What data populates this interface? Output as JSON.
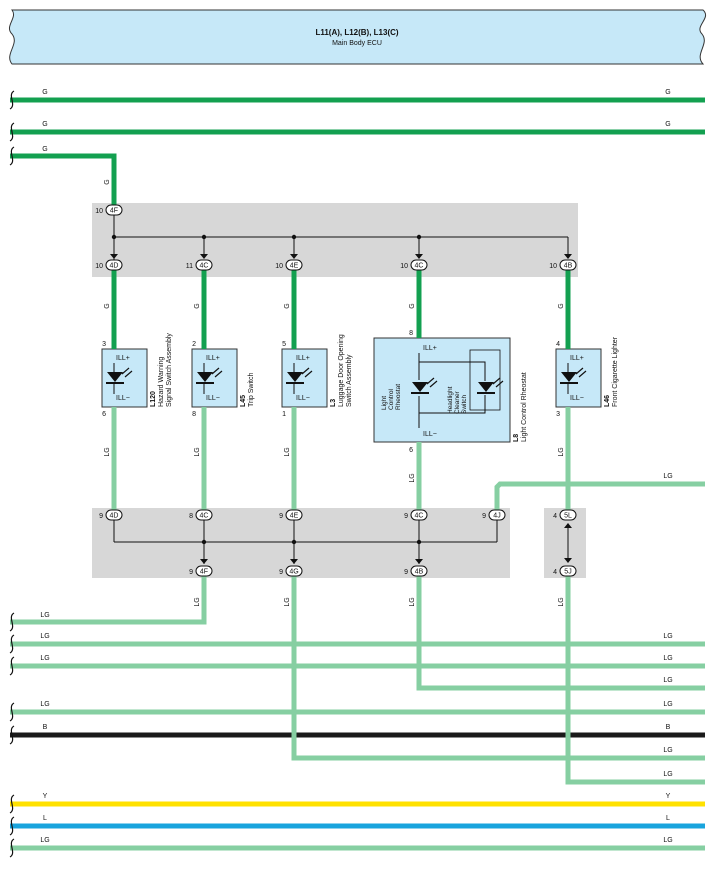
{
  "ecu": {
    "codes": "L11(A), L12(B), L13(C)",
    "name": "Main Body ECU"
  },
  "colors": {
    "G": "#13a050",
    "LG": "#86cfa2",
    "B": "#1a1a1a",
    "Y": "#ffe100",
    "L": "#19a4dd",
    "jbox": "#d7d7d7",
    "panel": "#c6e8f8",
    "ecu_fill": "#c6e8f8"
  },
  "wire_labels": {
    "G": "G",
    "LG": "LG",
    "B": "B",
    "Y": "Y",
    "L": "L"
  },
  "upper_jb": {
    "input": {
      "pin": "10",
      "conn": "4F"
    },
    "outputs": [
      {
        "pin": "10",
        "conn": "4D"
      },
      {
        "pin": "11",
        "conn": "4C"
      },
      {
        "pin": "10",
        "conn": "4E"
      },
      {
        "pin": "10",
        "conn": "4C"
      },
      {
        "pin": "10",
        "conn": "4B"
      }
    ]
  },
  "lower_jb": {
    "inputs": [
      {
        "pin": "9",
        "conn": "4D"
      },
      {
        "pin": "8",
        "conn": "4C"
      },
      {
        "pin": "9",
        "conn": "4E"
      },
      {
        "pin": "9",
        "conn": "4C"
      },
      {
        "pin": "9",
        "conn": "4J"
      }
    ],
    "outputs": [
      {
        "pin": "9",
        "conn": "4F"
      },
      {
        "pin": "9",
        "conn": "4G"
      },
      {
        "pin": "9",
        "conn": "4B"
      }
    ]
  },
  "small_jb": {
    "top": {
      "pin": "4",
      "conn": "5L"
    },
    "bottom": {
      "pin": "4",
      "conn": "5J"
    }
  },
  "components": [
    {
      "code": "L120",
      "name_lines": [
        "Hazard Warning",
        "Signal Switch Assembly"
      ],
      "pin_top": "3",
      "pin_bottom": "6",
      "ill_plus": "ILL+",
      "ill_minus": "ILL−"
    },
    {
      "code": "L45",
      "name_lines": [
        "Trip Switch"
      ],
      "pin_top": "2",
      "pin_bottom": "8",
      "ill_plus": "ILL+",
      "ill_minus": "ILL−"
    },
    {
      "code": "L3",
      "name_lines": [
        "Luggage Door Opening",
        "Switch Assembly"
      ],
      "pin_top": "5",
      "pin_bottom": "1",
      "ill_plus": "ILL+",
      "ill_minus": "ILL−"
    },
    {
      "code": "L8",
      "name_lines": [
        "Light Control Rheostat"
      ],
      "pin_top": "8",
      "pin_bottom": "6",
      "ill_plus": "ILL+",
      "ill_minus": "ILL−",
      "sub_a": [
        "Light",
        "Control",
        "Rheostat"
      ],
      "sub_b": [
        "Headlight",
        "Cleaner",
        "Switch"
      ]
    },
    {
      "code": "L46",
      "name_lines": [
        "Front Cigarette Lighter"
      ],
      "pin_top": "4",
      "pin_bottom": "3",
      "ill_plus": "ILL+",
      "ill_minus": "ILL−"
    }
  ]
}
